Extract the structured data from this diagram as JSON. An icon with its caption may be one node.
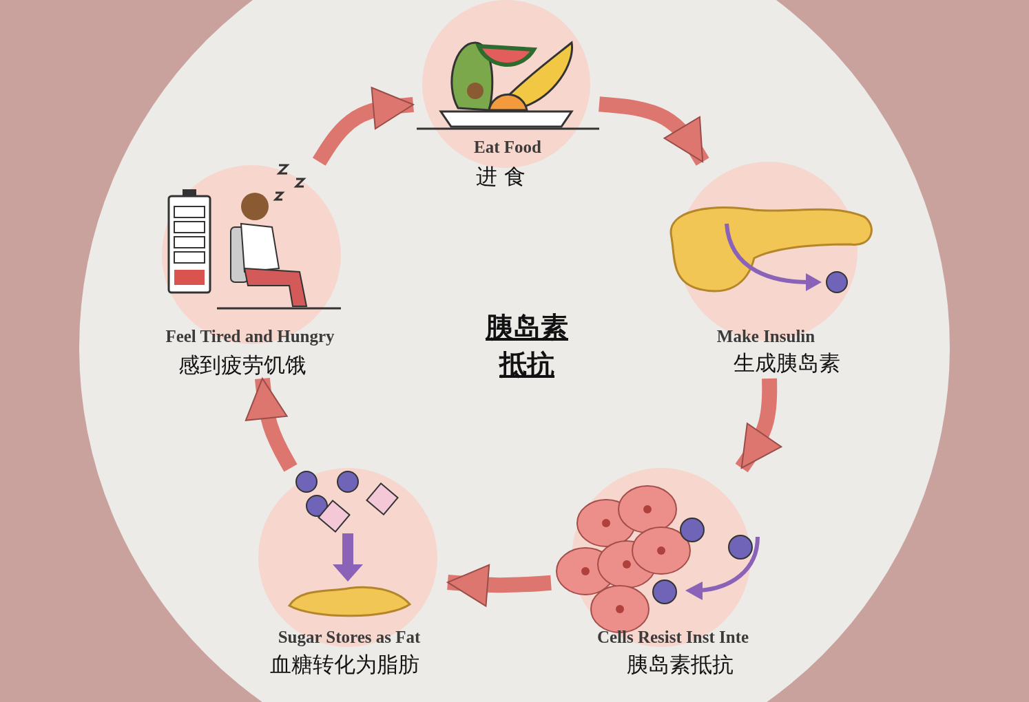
{
  "diagram": {
    "title": "胰岛素抵抗",
    "nodes": [
      {
        "text": [
          "Eat Food",
          "进 食"
        ]
      },
      {
        "text": [
          "Make Insulin",
          "生成胰岛素"
        ]
      },
      {
        "text": [
          "Cells Resist Inst Inte",
          "胰岛素抵抗"
        ]
      },
      {
        "text": [
          "Sugar Stores as Fat",
          "血糖转化为脂肪"
        ]
      },
      {
        "text": [
          "Feel Tired and Hungry",
          "感到疲劳饥饿"
        ]
      }
    ],
    "edges": [
      {
        "from": 0,
        "to": 1,
        "arrow": "to"
      },
      {
        "from": 1,
        "to": 2,
        "arrow": "to"
      },
      {
        "from": 2,
        "to": 3,
        "arrow": "to"
      },
      {
        "from": 3,
        "to": 4,
        "arrow": "to"
      },
      {
        "from": 4,
        "to": 0,
        "arrow": "to"
      }
    ]
  }
}
